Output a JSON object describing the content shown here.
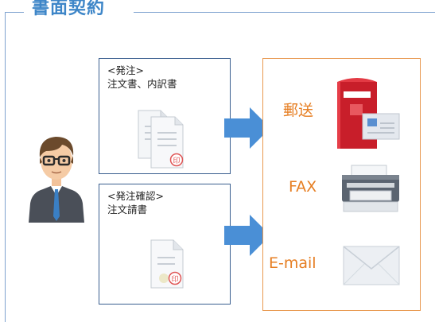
{
  "title": "書面契約",
  "documents": [
    {
      "heading": "<発注>",
      "subtitle": "注文書、内訳書"
    },
    {
      "heading": "<発注確認>",
      "subtitle": "注文請書"
    }
  ],
  "stamp_text": "印",
  "channels": [
    {
      "label": "郵送",
      "icon": "postbox-icon"
    },
    {
      "label": "FAX",
      "icon": "fax-icon"
    },
    {
      "label": "E-mail",
      "icon": "envelope-icon"
    }
  ],
  "colors": {
    "title": "#3e86c8",
    "frame": "#7fa3cf",
    "doc_border": "#3a5e8f",
    "channel_border": "#e8984f",
    "channel_text": "#e67e22",
    "arrow": "#4a8fd6"
  }
}
